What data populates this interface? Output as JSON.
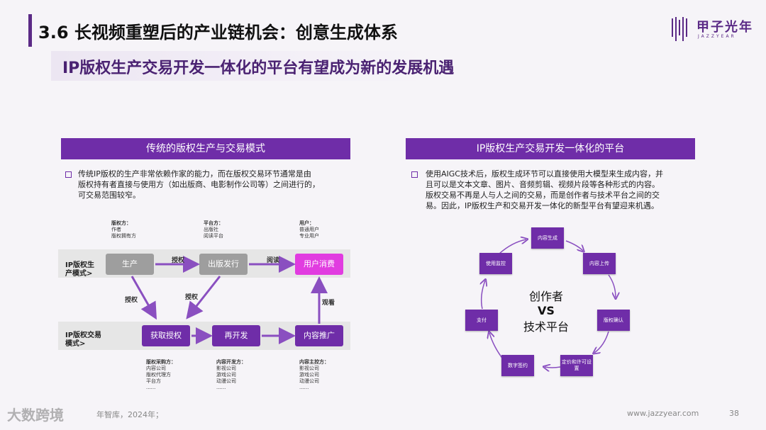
{
  "header": {
    "title": "3.6 长视频重塑后的产业链机会：创意生成体系",
    "subtitle": "IP版权生产交易开发一体化的平台有望成为新的发展机遇"
  },
  "logo": {
    "cn": "甲子光年",
    "en": "JAZZYEAR"
  },
  "left": {
    "heading": "传统的版权生产与交易模式",
    "bullet_lines": [
      "传统IP版权的生产非常依赖作家的能力，而在版权交易环节通常是由",
      "版权持有者直接与使用方（如出版商、电影制作公司等）之间进行的，",
      "可交易范围较窄。"
    ],
    "lane1_label": [
      "IP版权生",
      "产模式>"
    ],
    "lane2_label": [
      "IP版权交易",
      "模式>"
    ],
    "top_notes": [
      {
        "title": "版权方：",
        "lines": [
          "作者",
          "版权拥有方"
        ]
      },
      {
        "title": "平台方：",
        "lines": [
          "出版社",
          "阅读平台"
        ]
      },
      {
        "title": "用户：",
        "lines": [
          "普通用户",
          "专业用户"
        ]
      }
    ],
    "boxes": {
      "produce": "生产",
      "publish": "出版发行",
      "consume": "用户消费",
      "acquire": "获取授权",
      "redevelop": "再开发",
      "promote": "内容推广"
    },
    "arrows": {
      "auth1": "授权",
      "read": "阅读",
      "auth2": "授权",
      "auth3": "授权",
      "watch": "观看"
    },
    "bottom_notes": [
      {
        "title": "版权采购方：",
        "lines": [
          "内容公司",
          "版权代理方",
          "平台方",
          "......"
        ]
      },
      {
        "title": "内容开发方：",
        "lines": [
          "影视公司",
          "游戏公司",
          "动漫公司",
          "......"
        ]
      },
      {
        "title": "内容主控方：",
        "lines": [
          "影视公司",
          "游戏公司",
          "动漫公司",
          "......"
        ]
      }
    ]
  },
  "right": {
    "heading": "IP版权生产交易开发一体化的平台",
    "bullet_lines": [
      "使用AIGC技术后，版权生成环节可以直接使用大模型来生成内容，并",
      "且可以是文本文章、图片、音频剪辑、视频片段等各种形式的内容。",
      "版权交易不再是人与人之间的交易，而是创作者与技术平台之间的交",
      "易。因此，IP版权生产和交易开发一体化的新型平台有望迎来机遇。"
    ],
    "cycle": [
      "内容生成",
      "内容上传",
      "版权确认",
      "定价和许可设置",
      "数字签约",
      "支付",
      "使用监控"
    ],
    "center": {
      "line1": "创作者",
      "line2": "VS",
      "line3": "技术平台"
    }
  },
  "footer": {
    "source": "年智库，2024年；",
    "watermark": "大数跨境",
    "url": "www.jazzyear.com",
    "page": "38"
  },
  "colors": {
    "primary": "#6f2da8",
    "pink": "#e13ce0",
    "gray": "#9e9e9e"
  }
}
